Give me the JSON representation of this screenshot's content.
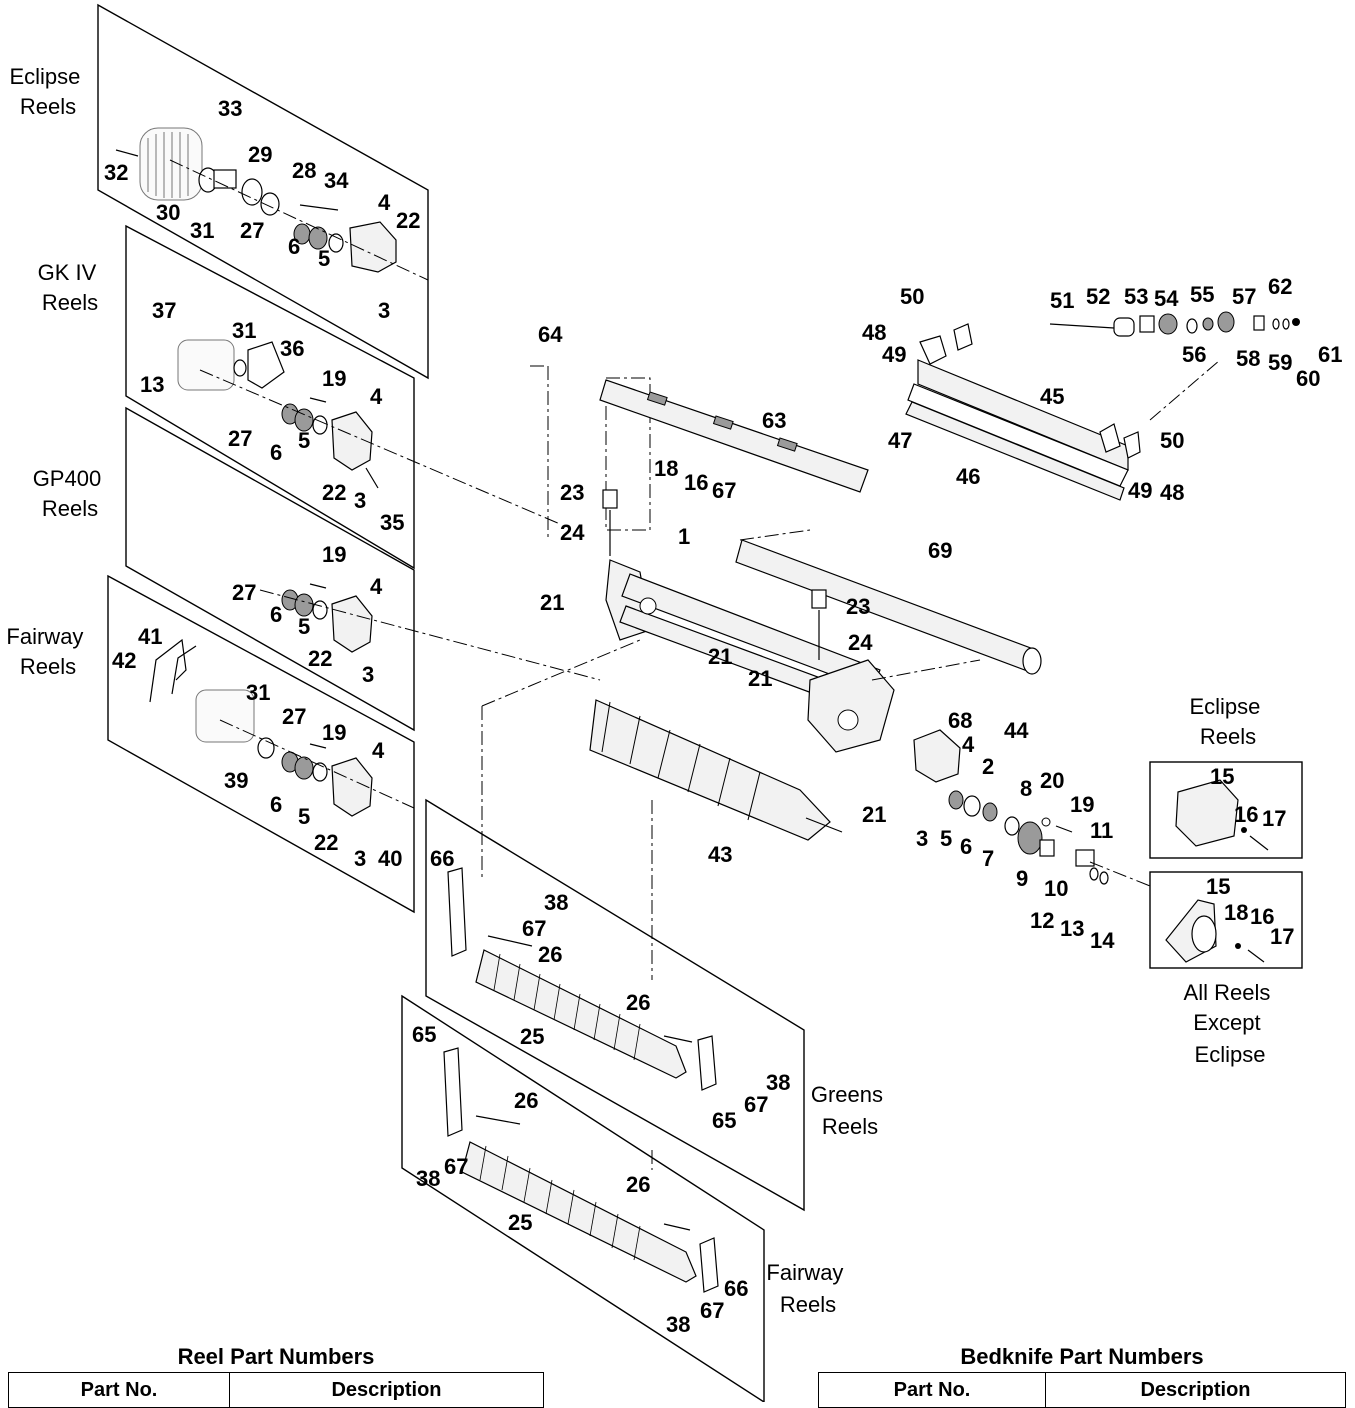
{
  "panel_labels": {
    "eclipse_reels": [
      "Eclipse",
      "Reels"
    ],
    "gk_iv_reels": [
      "GK IV",
      "Reels"
    ],
    "gp400_reels": [
      "GP400",
      "Reels"
    ],
    "fairway_reels_left": [
      "Fairway",
      "Reels"
    ],
    "eclipse_reels_right": [
      "Eclipse",
      "Reels"
    ],
    "all_reels_except_eclipse": [
      "All Reels",
      "Except",
      "Eclipse"
    ],
    "greens_reels": [
      "Greens",
      "Reels"
    ],
    "fairway_reels_bottom": [
      "Fairway",
      "Reels"
    ]
  },
  "callouts": {
    "eclipse_panel": [
      "33",
      "32",
      "29",
      "28",
      "34",
      "30",
      "31",
      "4",
      "22",
      "27",
      "6",
      "5",
      "3"
    ],
    "gk_iv_panel": [
      "37",
      "31",
      "36",
      "13",
      "19",
      "4",
      "27",
      "6",
      "5",
      "22",
      "3",
      "35"
    ],
    "gp400_panel": [
      "19",
      "27",
      "4",
      "6",
      "5",
      "22",
      "3"
    ],
    "fairway_panel": [
      "41",
      "42",
      "31",
      "27",
      "19",
      "4",
      "39",
      "6",
      "5",
      "22",
      "3",
      "40"
    ],
    "center": [
      "64",
      "63",
      "18",
      "16",
      "67",
      "23",
      "24",
      "1",
      "21",
      "21",
      "21",
      "21",
      "23",
      "24",
      "69",
      "43",
      "44",
      "68",
      "4",
      "2",
      "3",
      "5",
      "6",
      "7",
      "8",
      "20",
      "19",
      "11",
      "9",
      "10",
      "12",
      "13",
      "14"
    ],
    "bedknife": [
      "50",
      "51",
      "52",
      "53",
      "54",
      "55",
      "57",
      "62",
      "48",
      "49",
      "56",
      "58",
      "59",
      "60",
      "61",
      "45",
      "47",
      "46",
      "50",
      "49",
      "48"
    ],
    "greens_roller": [
      "66",
      "38",
      "67",
      "26",
      "26",
      "25",
      "38",
      "67",
      "65"
    ],
    "fairway_roller": [
      "65",
      "26",
      "38",
      "67",
      "26",
      "25",
      "66",
      "67",
      "38"
    ],
    "eclipse_cap": [
      "15",
      "16",
      "17"
    ],
    "all_except_cap": [
      "15",
      "18",
      "16",
      "17"
    ]
  },
  "tables": {
    "reel": {
      "title": "Reel Part Numbers",
      "headers": [
        "Part No.",
        "Description"
      ]
    },
    "bedknife": {
      "title": "Bedknife Part Numbers",
      "headers": [
        "Part No.",
        "Description"
      ]
    }
  }
}
